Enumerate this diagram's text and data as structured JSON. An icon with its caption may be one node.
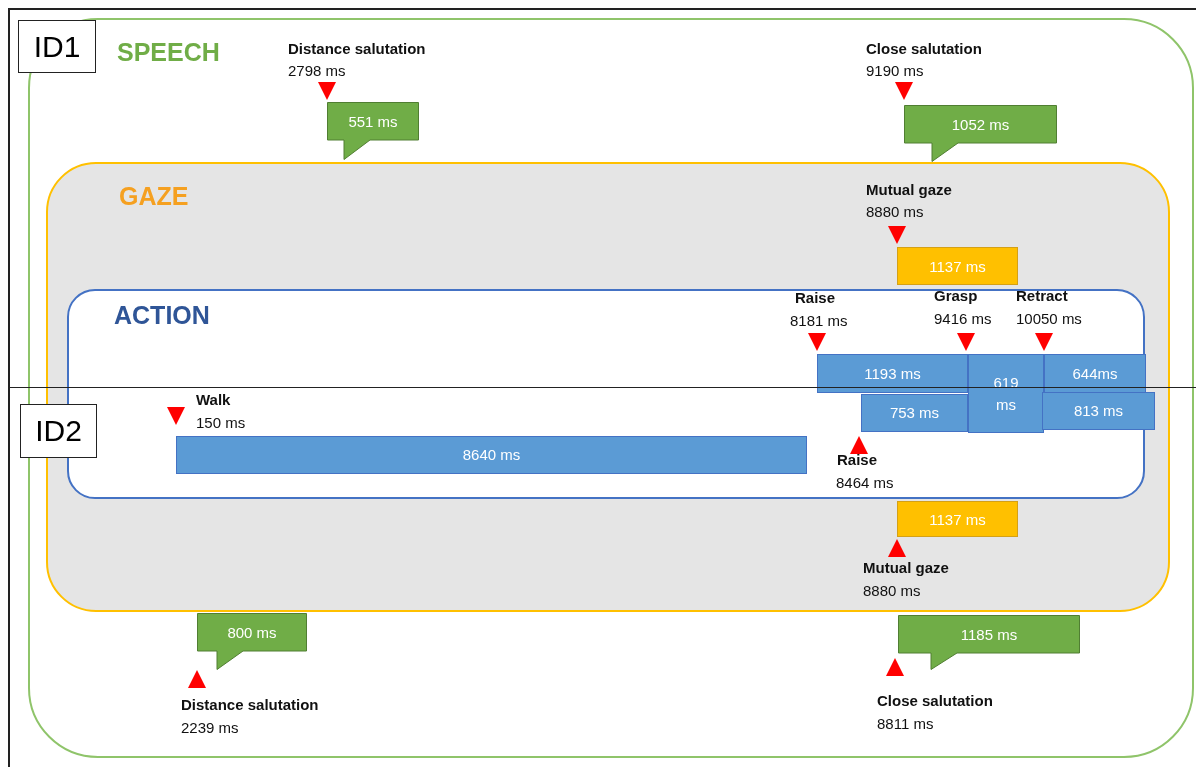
{
  "diagram": {
    "nodes": [
      {
        "text": [
          "ID1"
        ]
      },
      {
        "text": [
          "SPEECH"
        ]
      },
      {
        "text": [
          "551 ms"
        ],
        "in": 1
      },
      {
        "text": [
          "1052 ms"
        ],
        "in": 1
      },
      {
        "text": [
          "GAZE"
        ],
        "in": 1
      },
      {
        "text": [
          "1137 ms"
        ],
        "in": 4
      },
      {
        "text": [
          "ACTION"
        ],
        "in": 4
      },
      {
        "text": [
          "1193 ms"
        ],
        "in": 6
      },
      {
        "text": [
          "619 ms"
        ],
        "in": 6
      },
      {
        "text": [
          "644ms"
        ],
        "in": 6
      },
      {
        "text": [
          "ID2"
        ]
      },
      {
        "text": [
          "753 ms"
        ],
        "in": 6
      },
      {
        "text": [
          "813 ms"
        ],
        "in": 4
      },
      {
        "text": [
          "8640 ms"
        ],
        "in": 6
      },
      {
        "text": [
          "1137 ms"
        ],
        "in": 4
      },
      {
        "text": [
          "800 ms"
        ],
        "in": 1
      },
      {
        "text": [
          "1185 ms"
        ],
        "in": 1
      },
      {
        "text": [],
        "shape": "triangle",
        "in": 1,
        "beside": [
          "Distance salutation",
          "2798 ms"
        ]
      },
      {
        "text": [],
        "shape": "triangle",
        "in": 1,
        "beside": [
          "Close salutation",
          "9190 ms"
        ]
      },
      {
        "text": [],
        "shape": "triangle",
        "in": 4,
        "beside": [
          "Mutual gaze",
          "8880 ms"
        ]
      },
      {
        "text": [],
        "shape": "triangle",
        "in": 6,
        "beside": [
          "Raise",
          "8181 ms"
        ]
      },
      {
        "text": [],
        "shape": "triangle",
        "in": 6,
        "beside": [
          "Grasp",
          "9416 ms"
        ]
      },
      {
        "text": [],
        "shape": "triangle",
        "in": 6,
        "beside": [
          "Retract",
          "10050 ms"
        ]
      },
      {
        "text": [],
        "shape": "triangle",
        "in": 6,
        "beside": [
          "Walk",
          "150 ms"
        ]
      },
      {
        "text": [],
        "shape": "triangle",
        "in": 6,
        "beside": [
          "Raise",
          "8464 ms"
        ]
      },
      {
        "text": [],
        "shape": "triangle",
        "in": 4,
        "beside": [
          "Mutual gaze",
          "8880 ms"
        ]
      },
      {
        "text": [],
        "shape": "triangle",
        "in": 1,
        "beside": [
          "Distance salutation",
          "2239 ms"
        ]
      },
      {
        "text": [],
        "shape": "triangle",
        "in": 1,
        "beside": [
          "Close salutation",
          "8811 ms"
        ]
      }
    ],
    "edges": []
  }
}
